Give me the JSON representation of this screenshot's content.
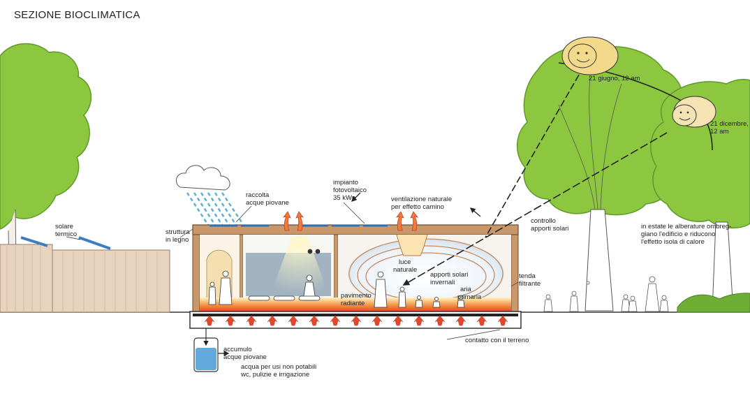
{
  "title": "SEZIONE BIOCLIMATICA",
  "labels": {
    "solare": "solare",
    "termico": "termico",
    "struttura": "struttura",
    "in_legno": "in legno",
    "raccolta": "raccolta",
    "acque_piovane": "acque piovane",
    "impianto": "impianto",
    "fotovoltaico": "fotovoltaico",
    "kwp": "35 kWp",
    "ventilazione": "ventilazione naturale",
    "camino": "per effetto camino",
    "controllo": "controllo",
    "apporti_solari": "apporti solari",
    "alberature_1": "in estate le alberature ombreg-",
    "alberature_2": "giano l'edificio e riducono",
    "alberature_3": "l'effetto isola di calore",
    "giugno": "21 giugno, 12 am",
    "dicembre_1": "21 dicembre,",
    "dicembre_2": "12 am",
    "luce": "luce",
    "naturale": "naturale",
    "apporti_solari_2": "apporti solari",
    "invernali": "invernali",
    "aria": "aria",
    "primaria": "primaria",
    "pavimento": "pavimento",
    "radiante": "radiante",
    "tenda": "tenda",
    "filtrante": "filtrante",
    "contatto": "contatto con il terreno",
    "accumulo": "accumulo",
    "acque_piovane_2": "acque piovane",
    "acqua_usi": "acqua per usi non potabili",
    "wc": "wc, pulizie e irrigazione"
  },
  "colors": {
    "tree": "#8dc63f",
    "tree_dark": "#5e9a2a",
    "wood": "#c8976a",
    "wall": "#e8d3bf",
    "sun": "#f3d98a",
    "rain": "#59b0d6",
    "heat": "#e4472a",
    "tank": "#62a9dc"
  }
}
